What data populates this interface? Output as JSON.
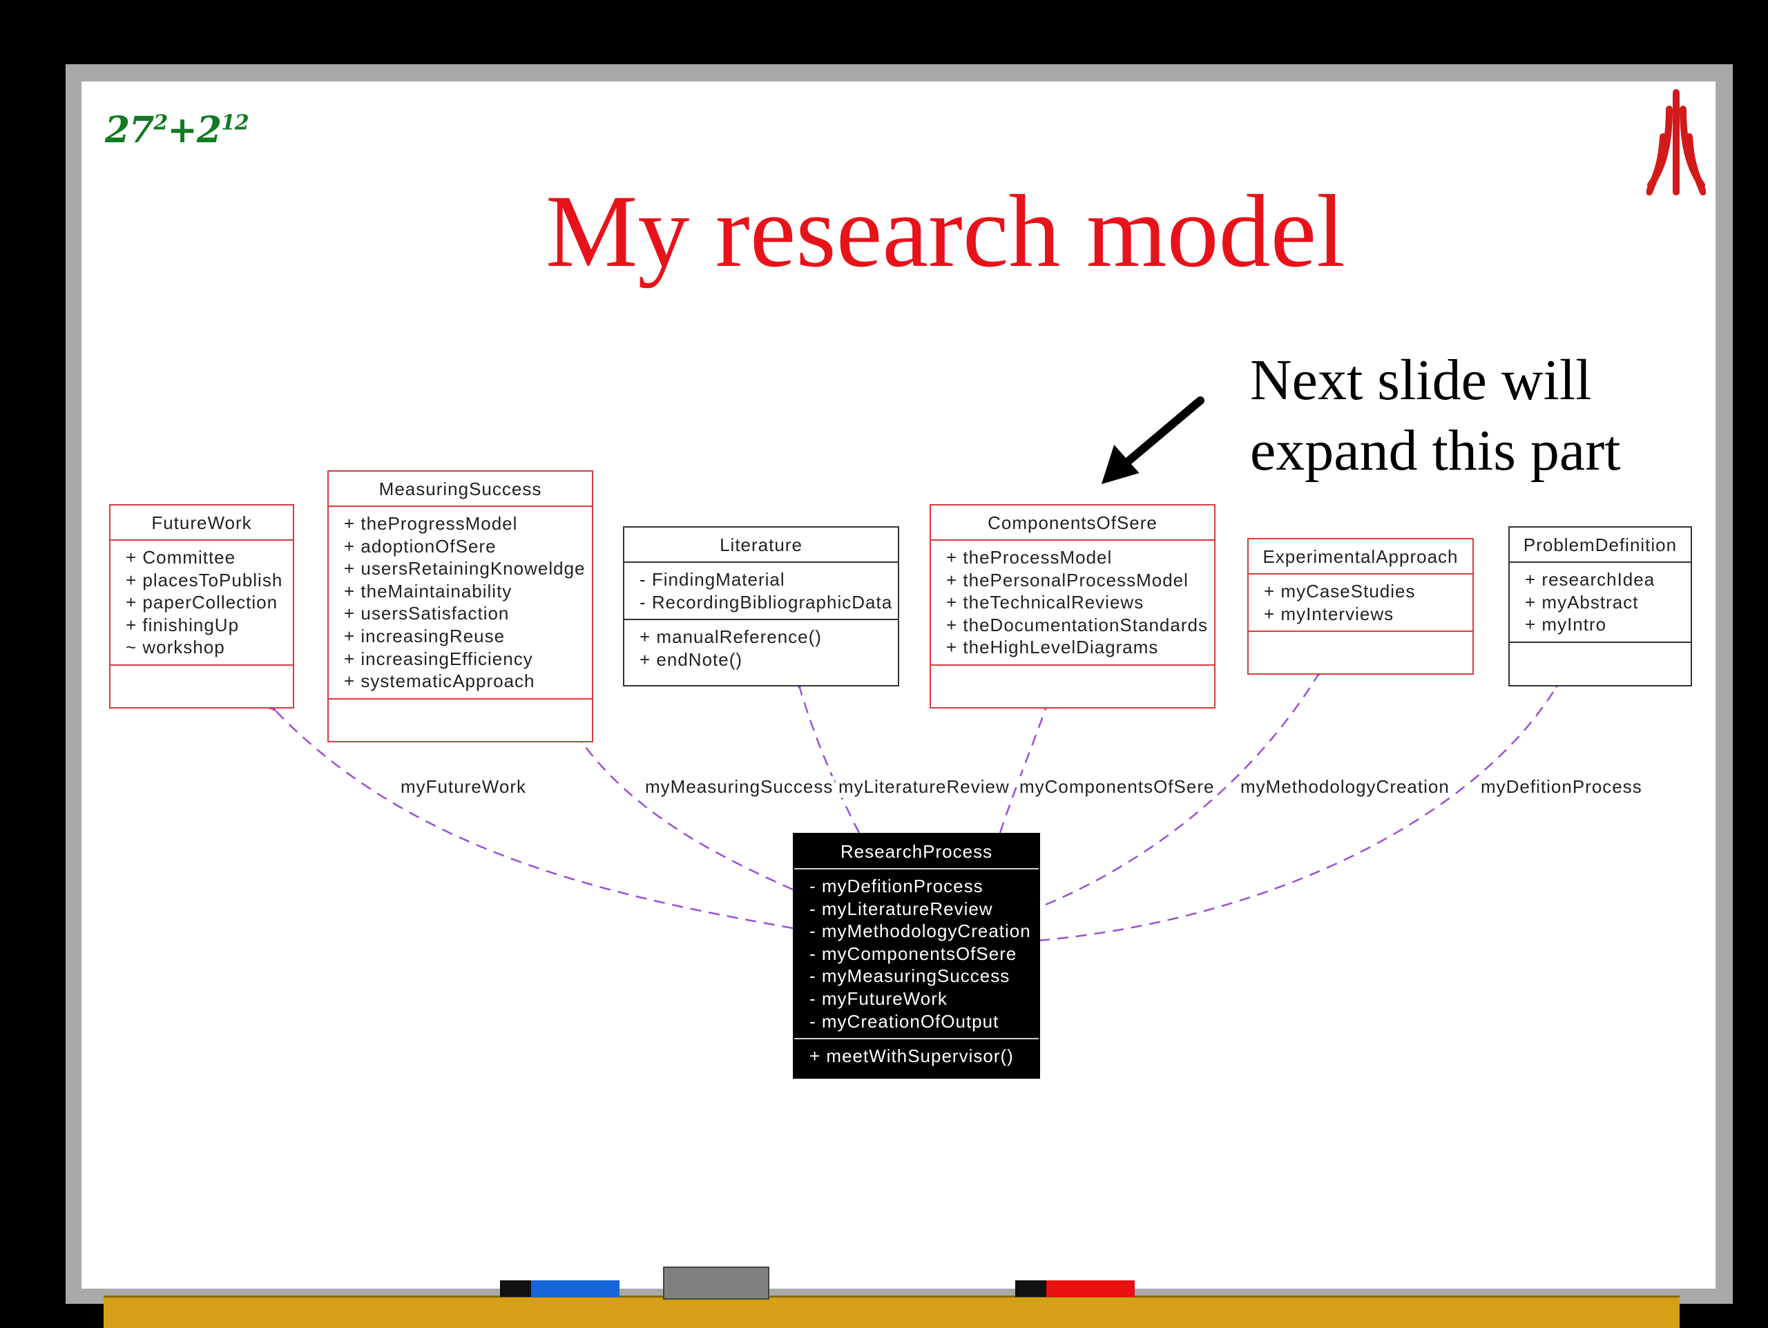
{
  "slide": {
    "title": "My research model",
    "callout": [
      "Next slide will",
      "expand this part"
    ]
  },
  "logo": {
    "base1": "27",
    "exp1": "2",
    "plus": "+",
    "base2": "2",
    "exp2": "12"
  },
  "classes": {
    "future_work": {
      "name": "FutureWork",
      "attributes": [
        "+ Committee",
        "+ placesToPublish",
        "+ paperCollection",
        "+ finishingUp",
        "~ workshop"
      ],
      "operations": []
    },
    "measuring_success": {
      "name": "MeasuringSuccess",
      "attributes": [
        "+ theProgressModel",
        "+ adoptionOfSere",
        "+ usersRetainingKnoweldge",
        "+ theMaintainability",
        "+ usersSatisfaction",
        "+ increasingReuse",
        "+ increasingEfficiency",
        "+ systematicApproach"
      ],
      "operations": []
    },
    "literature": {
      "name": "Literature",
      "attributes": [
        "- FindingMaterial",
        "- RecordingBibliographicData"
      ],
      "operations": [
        "+ manualReference()",
        "+ endNote()"
      ]
    },
    "components_of_sere": {
      "name": "ComponentsOfSere",
      "attributes": [
        "+ theProcessModel",
        "+ thePersonalProcessModel",
        "+ theTechnicalReviews",
        "+ theDocumentationStandards",
        "+ theHighLevelDiagrams"
      ],
      "operations": []
    },
    "experimental_approach": {
      "name": "ExperimentalApproach",
      "attributes": [
        "+ myCaseStudies",
        "+ myInterviews"
      ],
      "operations": []
    },
    "problem_definition": {
      "name": "ProblemDefinition",
      "attributes": [
        "+ researchIdea",
        "+ myAbstract",
        "+ myIntro"
      ],
      "operations": []
    },
    "research_process": {
      "name": "ResearchProcess",
      "attributes": [
        "- myDefitionProcess",
        "- myLiteratureReview",
        "- myMethodologyCreation",
        "- myComponentsOfSere",
        "- myMeasuringSuccess",
        "- myFutureWork",
        "- myCreationOfOutput"
      ],
      "operations": [
        "+ meetWithSupervisor()"
      ]
    }
  },
  "associations": [
    "myFutureWork",
    "myMeasuringSuccess",
    "myLiteratureReview",
    "myComponentsOfSere",
    "myMethodologyCreation",
    "myDefitionProcess"
  ],
  "colors": {
    "title": "#e8121a",
    "formula": "#127a22",
    "connector": "#9a4fd6",
    "highlight_border": "#d93c3c",
    "tray": "#d4a017"
  }
}
